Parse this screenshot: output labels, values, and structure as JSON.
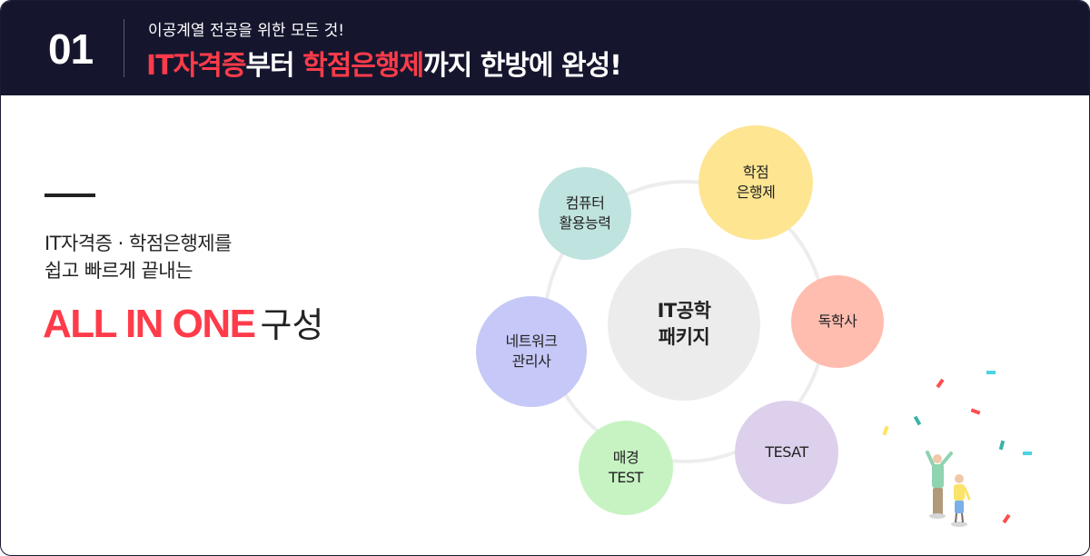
{
  "header": {
    "number": "01",
    "subtitle": "이공계열 전공을 위한 모든 것!",
    "headline": {
      "part1": "IT자격증",
      "part2": "부터 ",
      "part3": "학점은행제",
      "part4": "까지 한방에 완성!"
    }
  },
  "intro": {
    "line1": "IT자격증 · 학점은행제를",
    "line2": "쉽고 빠르게 끝내는",
    "highlight_en": "ALL IN ONE",
    "highlight_ko": "구성"
  },
  "diagram": {
    "center": "IT공학\n패키지",
    "nodes": [
      {
        "label": "컴퓨터\n활용능력",
        "color": "#bfe3df"
      },
      {
        "label": "학점\n은행제",
        "color": "#fde592"
      },
      {
        "label": "독학사",
        "color": "#ffbdb0"
      },
      {
        "label": "네트워크\n관리사",
        "color": "#c6c8f7"
      },
      {
        "label": "TESAT",
        "color": "#ddd0ec"
      },
      {
        "label": "매경\nTEST",
        "color": "#c7f3c3"
      }
    ]
  },
  "colors": {
    "header_bg": "#15162e",
    "accent": "#ff3b4a",
    "text": "#222222"
  },
  "illustration": "celebrating-people-with-confetti"
}
